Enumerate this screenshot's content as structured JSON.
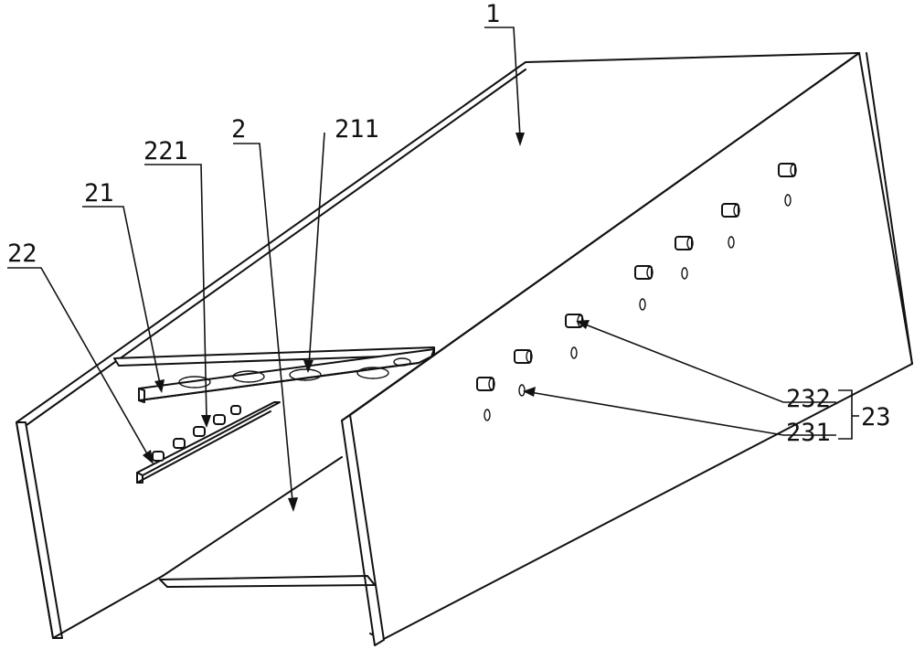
{
  "labels": {
    "l1": "1",
    "l2": "2",
    "l211": "211",
    "l221": "221",
    "l21": "21",
    "l22": "22",
    "l232": "232",
    "l231": "231",
    "l23": "23"
  },
  "colors": {
    "line": "#111111",
    "background": "#ffffff"
  }
}
